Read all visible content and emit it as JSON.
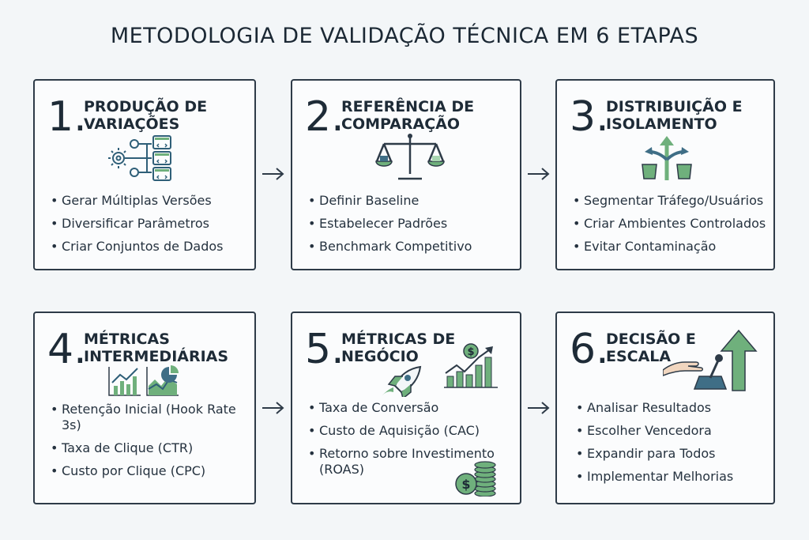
{
  "title": "METODOLOGIA DE VALIDAÇÃO TÉCNICA EM 6 ETAPAS",
  "steps": [
    {
      "number": "1.",
      "heading": [
        "PRODUÇÃO DE",
        "VARIAÇÕES"
      ],
      "items": [
        "Gerar Múltiplas Versões",
        "Diversificar Parâmetros",
        "Criar Conjuntos de Dados"
      ],
      "icon": "gears-code-icon"
    },
    {
      "number": "2.",
      "heading": [
        "REFERÊNCIA DE",
        "COMPARAÇÃO"
      ],
      "items": [
        "Definir Baseline",
        "Estabelecer Padrões",
        "Benchmark Competitivo"
      ],
      "icon": "balance-scale-icon"
    },
    {
      "number": "3.",
      "heading": [
        "DISTRIBUIÇÃO E",
        "ISOLAMENTO"
      ],
      "items": [
        "Segmentar Tráfego/Usuários",
        "Criar Ambientes Controlados",
        "Evitar Contaminação"
      ],
      "icon": "split-arrows-icon"
    },
    {
      "number": "4.",
      "heading": [
        "MÉTRICAS",
        "INTERMEDIÁRIAS"
      ],
      "items": [
        "Retenção Inicial (Hook Rate 3s)",
        "Taxa de Clique (CTR)",
        "Custo por Clique (CPC)"
      ],
      "icon": "charts-icon"
    },
    {
      "number": "5.",
      "heading": [
        "MÉTRICAS DE",
        "NEGÓCIO"
      ],
      "items": [
        "Taxa de Conversão",
        "Custo de Aquisição (CAC)",
        "Retorno sobre Investimento (ROAS)"
      ],
      "icon": "rocket-growth-coins-icon"
    },
    {
      "number": "6.",
      "heading": [
        "DECISÃO E",
        "ESCALA"
      ],
      "items": [
        "Analisar Resultados",
        "Escolher Vencedora",
        "Expandir para Todos",
        "Implementar Melhorias"
      ],
      "icon": "lever-up-arrow-icon"
    }
  ],
  "colors": {
    "border": "#2e3b48",
    "accent_green": "#6fb07c",
    "accent_blue": "#2f5f78"
  }
}
